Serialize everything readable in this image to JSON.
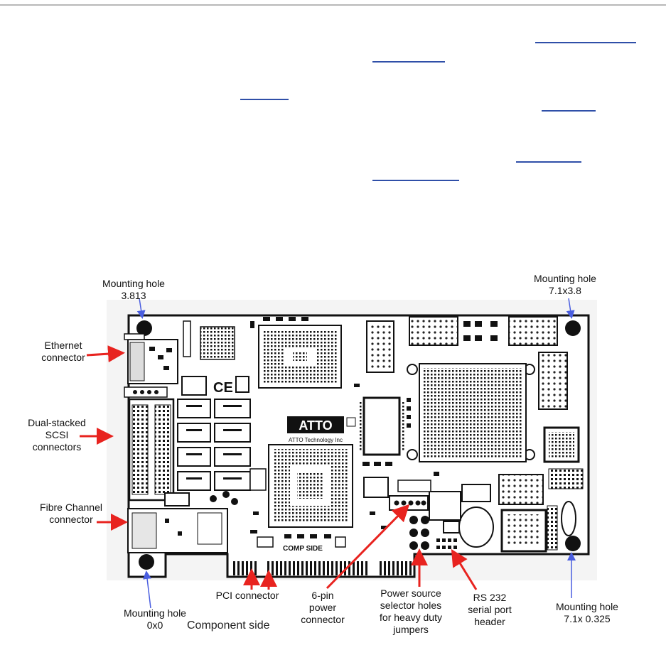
{
  "caption": "Component side",
  "board_logo": "ATTO",
  "board_subtext": "ATTO Technology Inc",
  "comp_side_mark": "COMP SIDE",
  "labels": {
    "mh_top_left_1": "Mounting hole",
    "mh_top_left_2": "3.813",
    "mh_top_right_1": "Mounting hole",
    "mh_top_right_2": "7.1x3.8",
    "ethernet_1": "Ethernet",
    "ethernet_2": "connector",
    "scsi_1": "Dual-stacked",
    "scsi_2": "SCSI",
    "scsi_3": "connectors",
    "fc_1": "Fibre Channel",
    "fc_2": "connector",
    "mh_bottom_left_1": "Mounting hole",
    "mh_bottom_left_2": "0x0",
    "pci": "PCI connector",
    "power6_1": "6-pin",
    "power6_2": "power",
    "power6_3": "connector",
    "power_sel_1": "Power source",
    "power_sel_2": "selector holes",
    "power_sel_3": "for heavy duty",
    "power_sel_4": "jumpers",
    "rs232_1": "RS 232",
    "rs232_2": "serial port",
    "rs232_3": "header",
    "mh_bottom_right_1": "Mounting hole",
    "mh_bottom_right_2": "7.1x 0.325"
  },
  "colors": {
    "arrow_red": "#e8231f",
    "arrow_blue": "#4a5ee0",
    "link_blue": "#2f4fa8"
  }
}
